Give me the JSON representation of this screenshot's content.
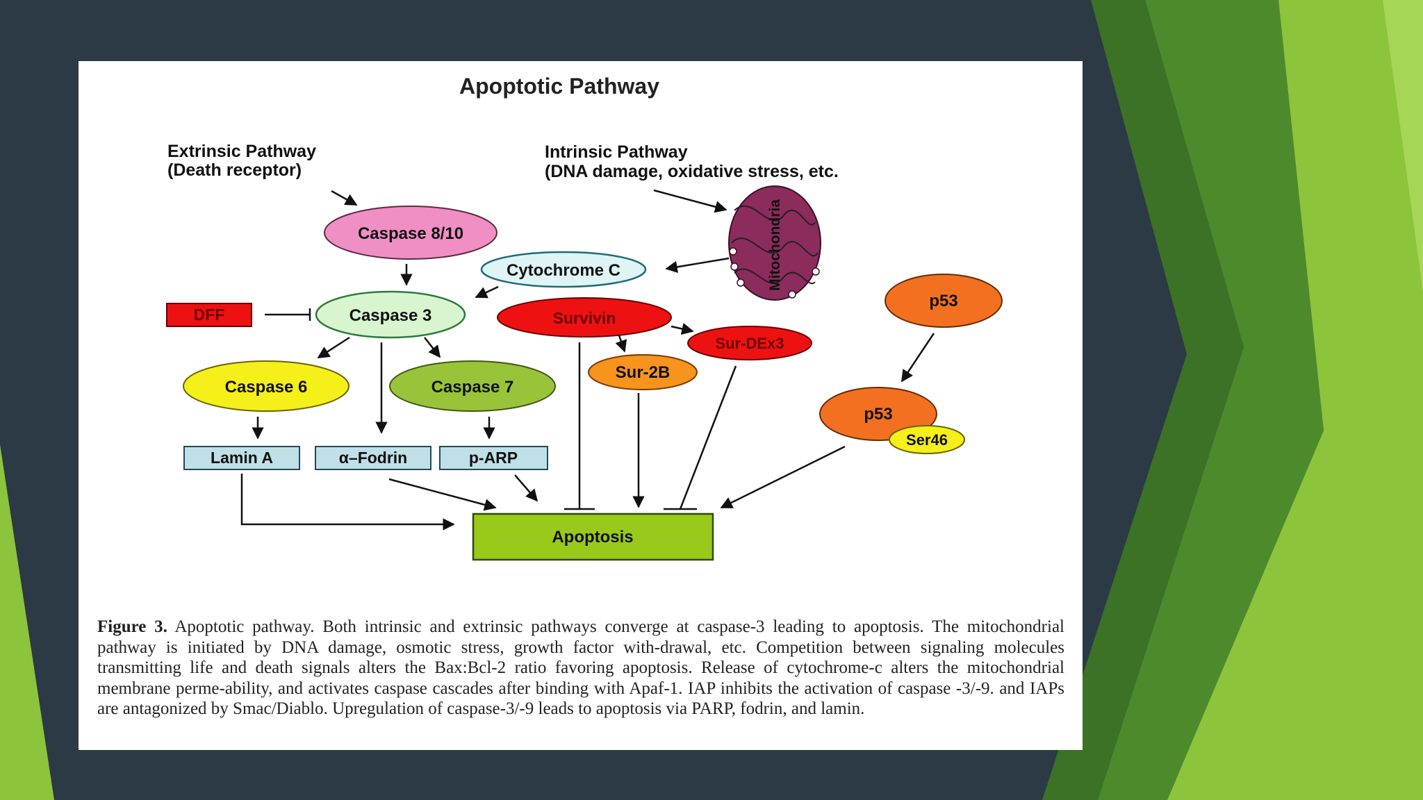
{
  "slide": {
    "colors": {
      "background": "#2b3a44",
      "green_light": "#8cc43c",
      "green_dark": "#3f7a28"
    }
  },
  "diagram": {
    "title": "Apoptotic Pathway",
    "extrinsic_header": {
      "line1": "Extrinsic Pathway",
      "line2": "(Death receptor)"
    },
    "intrinsic_header": {
      "line1": "Intrinsic Pathway",
      "line2": "(DNA damage, oxidative stress, etc."
    },
    "nodes": {
      "caspase_8_10": "Caspase 8/10",
      "cytochrome_c": "Cytochrome C",
      "mitochondria": "Mitochondria",
      "dff": "DFF",
      "caspase_3": "Caspase 3",
      "survivin": "Survivin",
      "sur_dex3": "Sur-DEx3",
      "sur_2b": "Sur-2B",
      "caspase_6": "Caspase 6",
      "caspase_7": "Caspase 7",
      "lamin_a": "Lamin A",
      "alpha_fodrin": "α–Fodrin",
      "p_arp": "p-ARP",
      "p53_top": "p53",
      "p53_bottom": "p53",
      "ser46": "Ser46",
      "apoptosis": "Apoptosis"
    },
    "colors": {
      "caspase_8_10": "#f08fc4",
      "cytochrome_c": "#dff4f4",
      "mitochondria": "#8b2c5c",
      "dff": "#ee1111",
      "caspase_3": "#d8f5d0",
      "survivin": "#ee1111",
      "sur_dex3": "#ee1111",
      "sur_2b": "#f7941d",
      "caspase_6": "#f5ef1a",
      "caspase_7": "#99c43a",
      "box": "#bfe0e6",
      "p53": "#f37021",
      "ser46": "#f5ef1a",
      "apoptosis": "#99c91a"
    }
  },
  "caption": {
    "label": "Figure 3.",
    "text": " Apoptotic pathway. Both intrinsic and extrinsic pathways converge at caspase-3 leading to apoptosis. The mitochondrial pathway is initiated by DNA damage, osmotic stress, growth factor with-drawal, etc. Competition between signaling molecules transmitting life and death signals alters the Bax:Bcl-2 ratio favoring apoptosis. Release of cytochrome-c alters the mitochondrial membrane perme-ability, and activates caspase cascades after binding with Apaf-1. IAP inhibits the activation of caspase -3/-9. and IAPs are antagonized by Smac/Diablo. Upregulation of caspase-3/-9 leads to apoptosis via PARP, fodrin, and lamin."
  }
}
